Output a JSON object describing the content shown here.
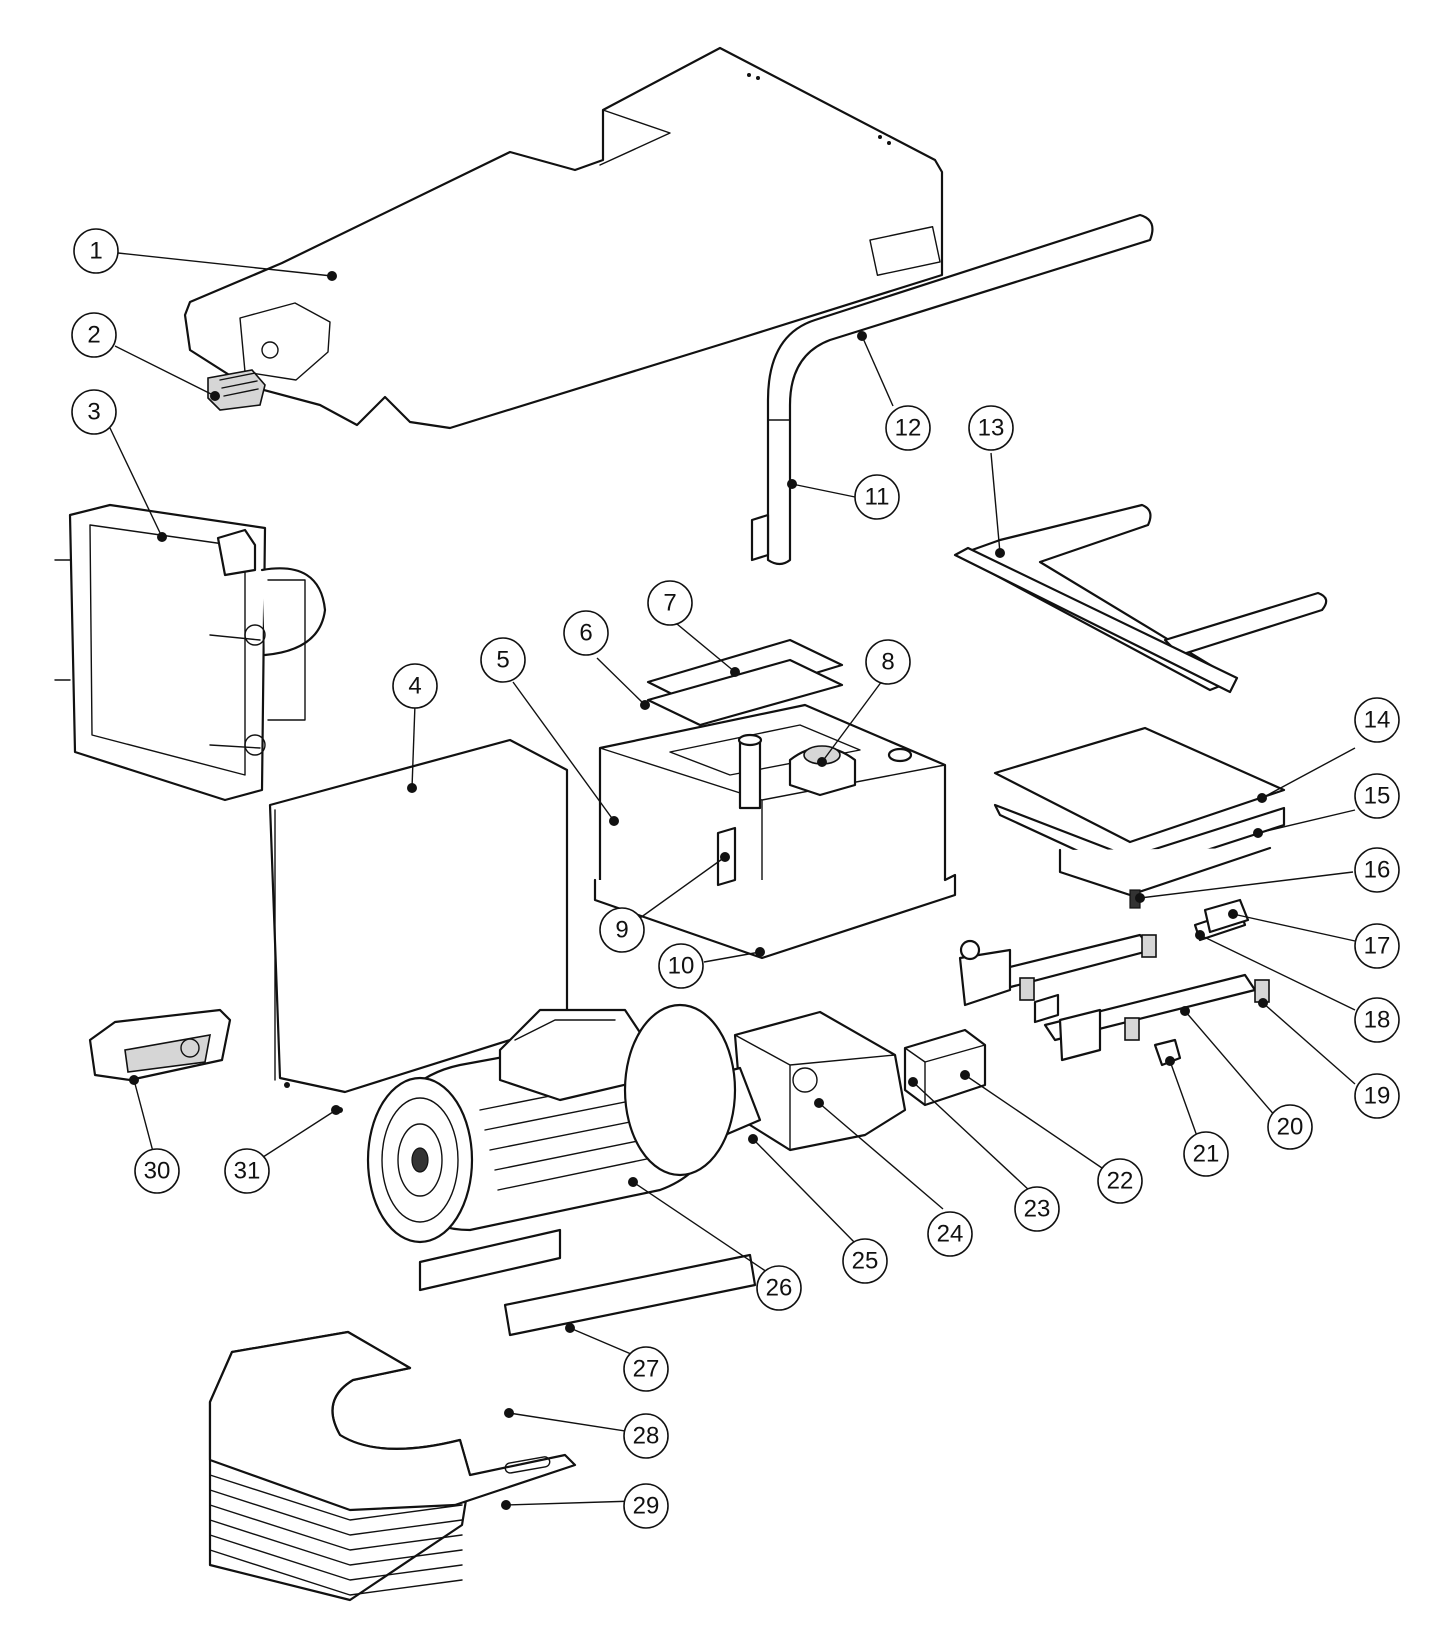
{
  "diagram": {
    "callouts": [
      {
        "label": "1"
      },
      {
        "label": "2"
      },
      {
        "label": "3"
      },
      {
        "label": "4"
      },
      {
        "label": "5"
      },
      {
        "label": "6"
      },
      {
        "label": "7"
      },
      {
        "label": "8"
      },
      {
        "label": "9"
      },
      {
        "label": "10"
      },
      {
        "label": "11"
      },
      {
        "label": "12"
      },
      {
        "label": "13"
      },
      {
        "label": "14"
      },
      {
        "label": "15"
      },
      {
        "label": "16"
      },
      {
        "label": "17"
      },
      {
        "label": "18"
      },
      {
        "label": "19"
      },
      {
        "label": "20"
      },
      {
        "label": "21"
      },
      {
        "label": "22"
      },
      {
        "label": "23"
      },
      {
        "label": "24"
      },
      {
        "label": "25"
      },
      {
        "label": "26"
      },
      {
        "label": "27"
      },
      {
        "label": "28"
      },
      {
        "label": "29"
      },
      {
        "label": "30"
      },
      {
        "label": "31"
      }
    ]
  }
}
